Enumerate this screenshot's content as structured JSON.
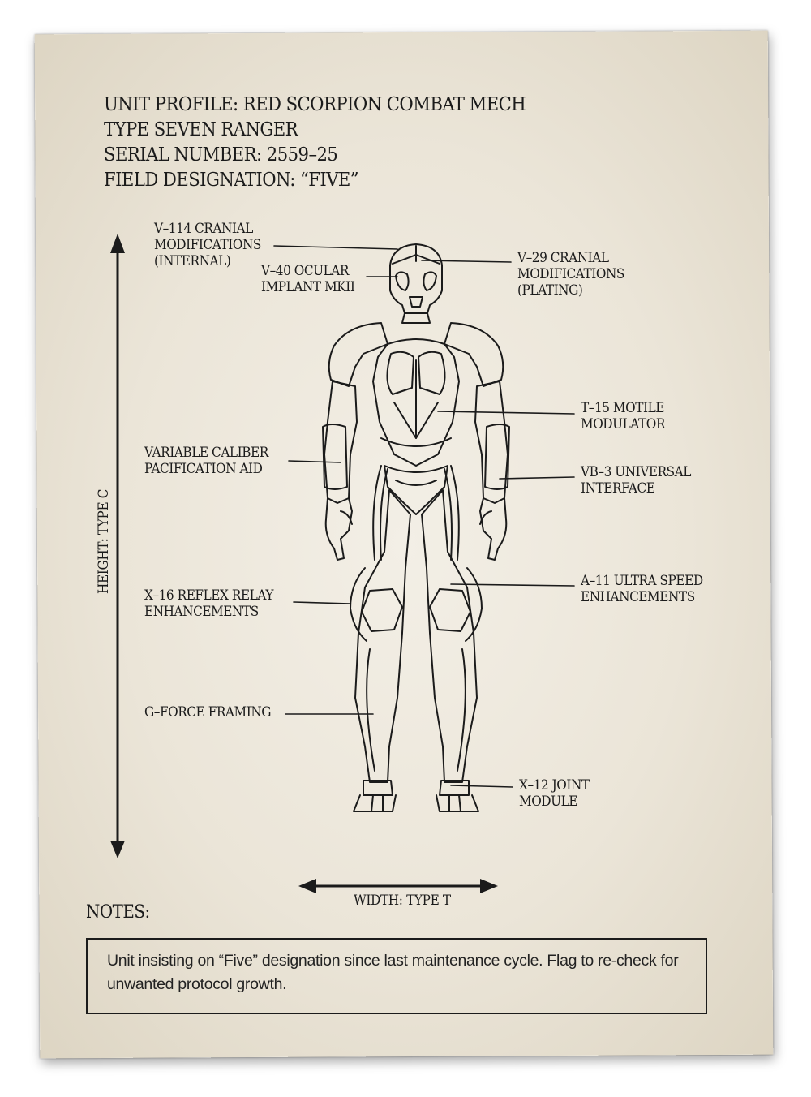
{
  "header": {
    "line1": "UNIT PROFILE:  RED SCORPION COMBAT MECH",
    "line2": "TYPE SEVEN RANGER",
    "line3": "SERIAL NUMBER: 2559–25",
    "line4": "FIELD DESIGNATION: “FIVE”"
  },
  "callouts": {
    "v114": "V–114 CRANIAL\nMODIFICATIONS\n(INTERNAL)",
    "v40": "V–40 OCULAR\nIMPLANT MKII",
    "v29": "V–29 CRANIAL\nMODIFICATIONS\n(PLATING)",
    "t15": "T–15 MOTILE\nMODULATOR",
    "variable": "VARIABLE CALIBER\nPACIFICATION AID",
    "vb3": "VB–3 UNIVERSAL\nINTERFACE",
    "x16": "X–16 REFLEX RELAY\nENHANCEMENTS",
    "a11": "A–11 ULTRA SPEED\nENHANCEMENTS",
    "gforce": "G–FORCE FRAMING",
    "x12": "X–12 JOINT\nMODULE"
  },
  "dimensions": {
    "height": "HEIGHT: TYPE C",
    "width": "WIDTH: TYPE T"
  },
  "notes": {
    "title": "NOTES:",
    "text": "Unit insisting on “Five” designation since last maintenance cycle. Flag to re-check for unwanted protocol growth."
  },
  "colors": {
    "paper": "#ebe5d8",
    "ink": "#1b1b1b"
  }
}
